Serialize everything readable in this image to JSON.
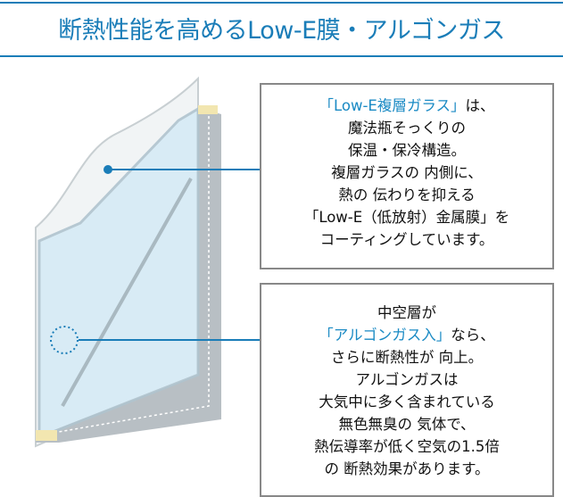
{
  "title": "断熱性能を高めるLow-E膜・アルゴンガス",
  "box1": {
    "highlight": "「Low-E複層ガラス」",
    "lines": [
      "は、",
      "魔法瓶そっくりの",
      "保温・保冷構造。",
      "複層ガラスの 内側に、",
      "熱の 伝わりを抑える",
      "「Low-E（低放射）金属膜」を",
      "コーティングしています。"
    ]
  },
  "box2": {
    "lines": [
      "中空層が",
      "なら、",
      "さらに断熱性が 向上。",
      "アルゴンガスは",
      "大気中に多く含まれている",
      "無色無臭の 気体で、",
      "熱伝導率が低く空気の1.5倍",
      "の 断熱効果があります。"
    ],
    "highlight": "「アルゴンガス入」"
  },
  "colors": {
    "accent": "#1a7db8"
  }
}
